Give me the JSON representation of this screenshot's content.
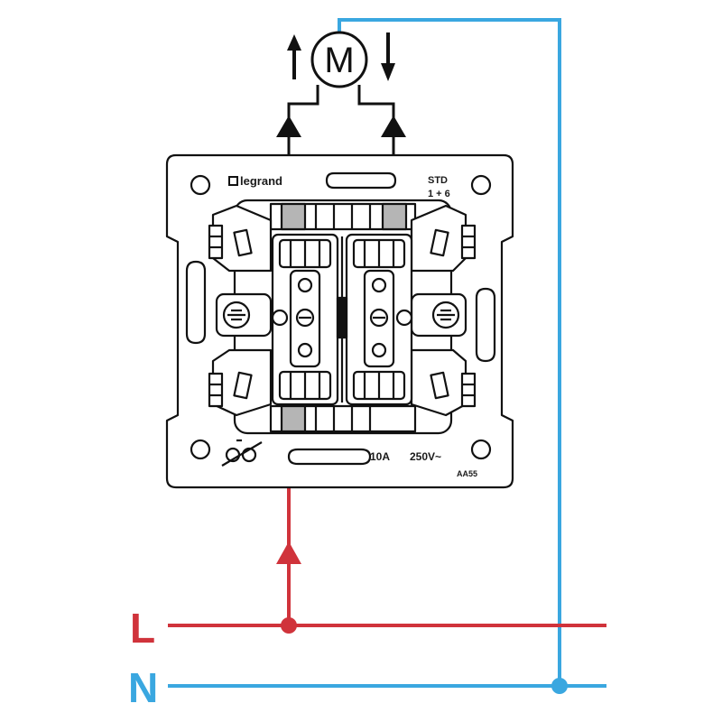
{
  "diagram": {
    "brand": "legrand",
    "model": "STD",
    "model_suffix": "1 + 6",
    "rating_current": "10A",
    "rating_voltage": "250V~",
    "code": "AA55",
    "motor_symbol": "M",
    "line_label": "L",
    "neutral_label": "N"
  },
  "colors": {
    "line_wire": "#d0333b",
    "neutral_wire": "#3aa7e0",
    "device_outline": "#111111",
    "terminal_gray": "#b5b5b5"
  },
  "icons": [
    "up-arrow-icon",
    "down-arrow-icon",
    "motor-icon",
    "padlock-symbol-icon"
  ]
}
